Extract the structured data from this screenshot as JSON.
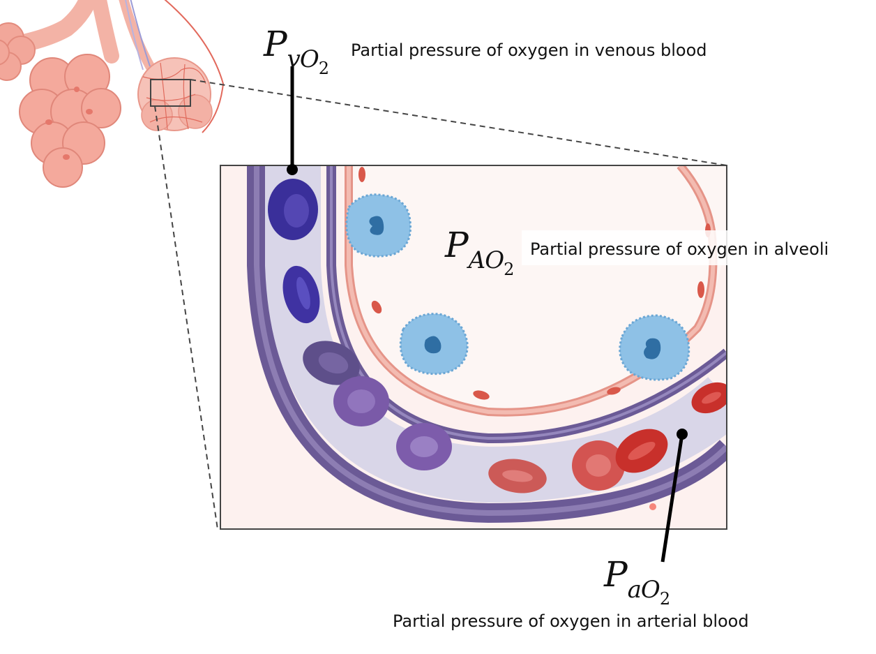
{
  "symbols": {
    "venous": {
      "main": "P",
      "sub": "vO",
      "sub2": "2"
    },
    "alveolar": {
      "main": "P",
      "sub": "AO",
      "sub2": "2"
    },
    "arterial": {
      "main": "P",
      "sub": "aO",
      "sub2": "2"
    }
  },
  "labels": {
    "venous": "Partial pressure of oxygen in venous blood",
    "alveolar": "Partial pressure of oxygen in alveoli",
    "arterial": "Partial pressure of oxygen in arterial blood"
  },
  "colors": {
    "venous_cell": "#3a2f9a",
    "mixed_cell": "#7a5aa8",
    "arterial_cell": "#cc3b35",
    "vessel_wall": "#6b5a96",
    "vessel_lumen": "#d9d6e8",
    "alveolus_wall": "#e59488",
    "macrophage": "#8ec1e6",
    "tissue_bg": "#fdf1ef"
  }
}
